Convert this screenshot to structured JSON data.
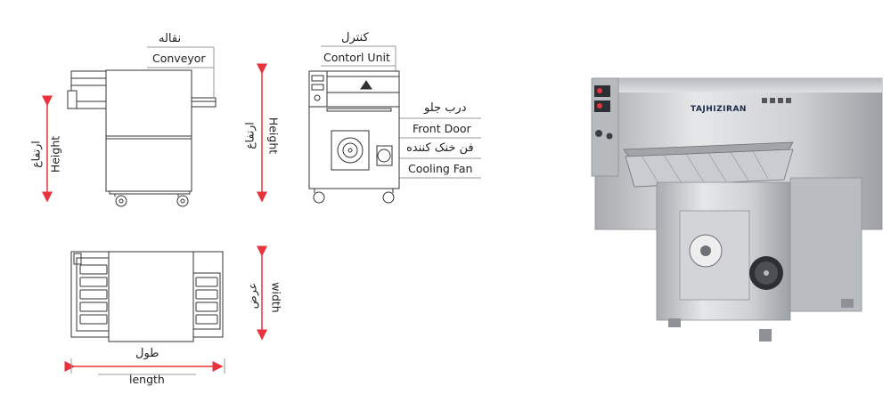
{
  "labels": {
    "conveyor_fa": "نقاله",
    "conveyor_en": "Conveyor",
    "control_fa": "کنترل",
    "control_en": "Contorl Unit",
    "frontdoor_fa": "درب جلو",
    "frontdoor_en": "Front Door",
    "fan_fa": "فن خنک کننده",
    "fan_en": "Cooling Fan",
    "height_fa": "ارتفاع",
    "height_en": "Height",
    "height2_fa": "ارتفاع",
    "height2_en": "Height",
    "width_fa": "عرض",
    "width_en": "width",
    "length_fa": "طول",
    "length_en": "length"
  },
  "brand": {
    "logo_text": "TAJHIZIRAN"
  },
  "colors": {
    "dimension": "#e8323c",
    "line": "#333333",
    "steel": "#c8cacd"
  }
}
